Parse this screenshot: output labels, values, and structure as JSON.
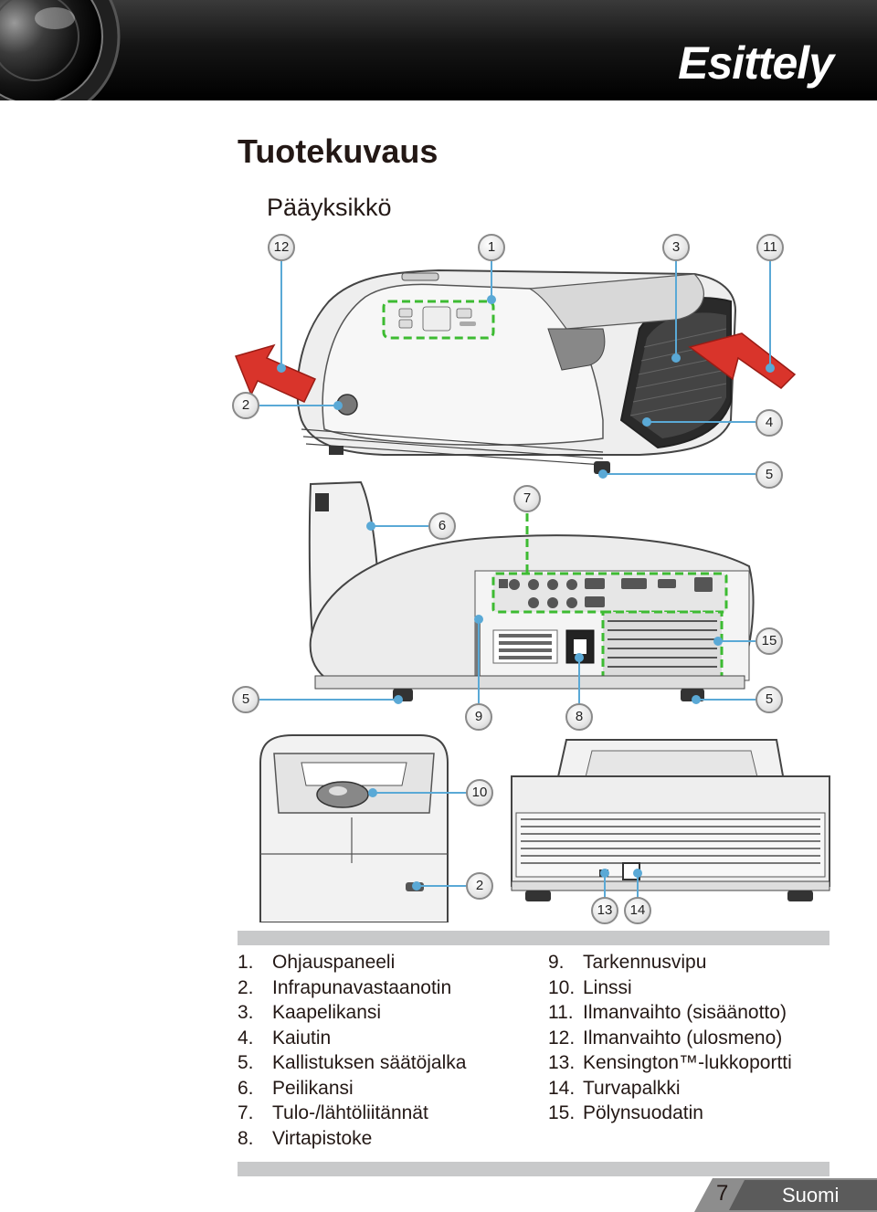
{
  "header": {
    "title": "Esittely"
  },
  "page": {
    "title": "Tuotekuvaus",
    "subtitle": "Pääyksikkö"
  },
  "callouts": {
    "c12": "12",
    "c1": "1",
    "c3": "3",
    "c11": "11",
    "c2a": "2",
    "c4": "4",
    "c5a": "5",
    "c7": "7",
    "c6": "6",
    "c15": "15",
    "c5b": "5",
    "c9": "9",
    "c8": "8",
    "c5c": "5",
    "c10": "10",
    "c2b": "2",
    "c13": "13",
    "c14": "14"
  },
  "legend": {
    "left": [
      {
        "num": "1.",
        "label": "Ohjauspaneeli"
      },
      {
        "num": "2.",
        "label": "Infrapunavastaanotin"
      },
      {
        "num": "3.",
        "label": "Kaapelikansi"
      },
      {
        "num": "4.",
        "label": "Kaiutin"
      },
      {
        "num": "5.",
        "label": "Kallistuksen säätöjalka"
      },
      {
        "num": "6.",
        "label": "Peilikansi"
      },
      {
        "num": "7.",
        "label": "Tulo-/lähtöliitännät"
      },
      {
        "num": "8.",
        "label": "Virtapistoke"
      }
    ],
    "right": [
      {
        "num": "9.",
        "label": "Tarkennusvipu"
      },
      {
        "num": "10.",
        "label": "Linssi"
      },
      {
        "num": "11.",
        "label": "Ilmanvaihto (sisäänotto)"
      },
      {
        "num": "12.",
        "label": "Ilmanvaihto (ulosmeno)"
      },
      {
        "num": "13.",
        "label": "Kensington™-lukkoportti"
      },
      {
        "num": "14.",
        "label": "Turvapalkki"
      },
      {
        "num": "15.",
        "label": "Pölynsuodatin"
      }
    ]
  },
  "footer": {
    "page_number": "7",
    "language": "Suomi"
  },
  "colors": {
    "callout_line": "#5aa9d6",
    "highlight_box": "#3dbb32",
    "arrow_red": "#d9342b",
    "header_bg": "#111111"
  }
}
